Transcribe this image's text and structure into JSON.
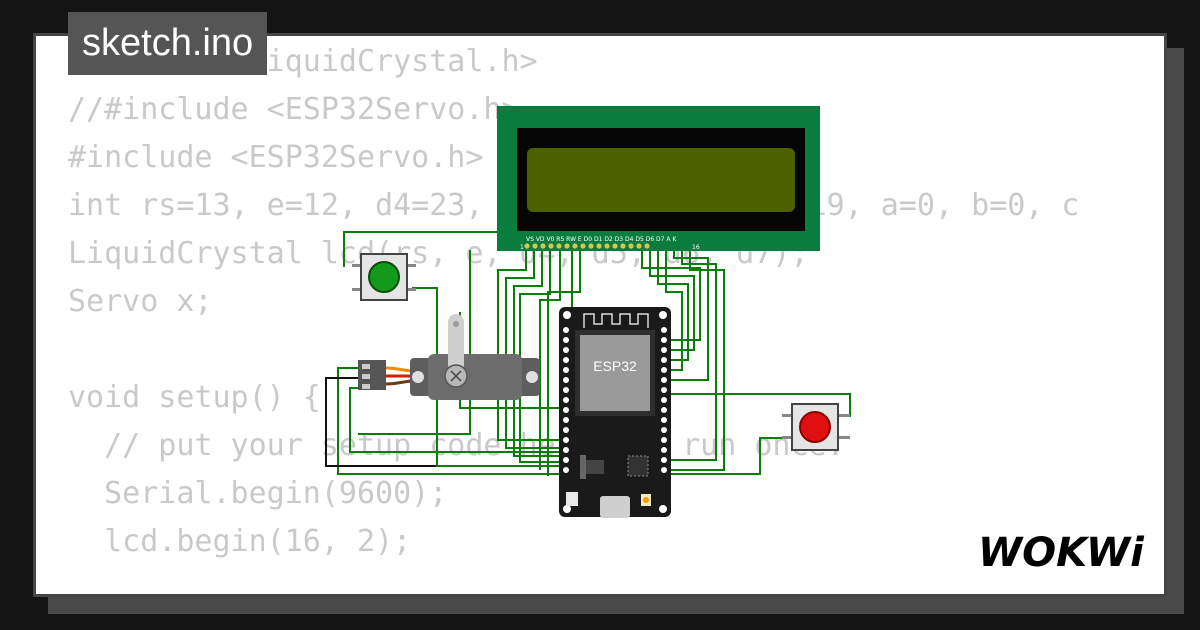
{
  "header": {
    "title": "sketch.ino"
  },
  "code_lines": [
    "#include <LiquidCrystal.h>",
    "//#include <ESP32Servo.h>",
    "#include <ESP32Servo.h>",
    "int rs=13, e=12, d4=23, d5=22, d6=21, d7=19, a=0, b=0, c",
    "LiquidCrystal lcd(rs, e, d4, d5, d6, d7);",
    "Servo x;",
    "",
    "void setup() {",
    "  // put your setup code here, to run once:",
    "  Serial.begin(9600);",
    "  lcd.begin(16, 2);"
  ],
  "lcd": {
    "pin_labels": "VS VD V0 RS RW E D0 D1 D2 D3 D4 D5 D6 D7 A K",
    "pin_first": "1",
    "pin_last": "16"
  },
  "board": {
    "chip_label": "ESP32"
  },
  "logo": {
    "text": "WOKWi"
  },
  "colors": {
    "background": "#141414",
    "card": "#ffffff",
    "code_text": "#c9c9c9",
    "lcd_pcb": "#0a7d3e",
    "lcd_screen": "#4d6000",
    "wire": "#0a7d0a",
    "button_green": "#139a1c",
    "button_red": "#e01010"
  }
}
